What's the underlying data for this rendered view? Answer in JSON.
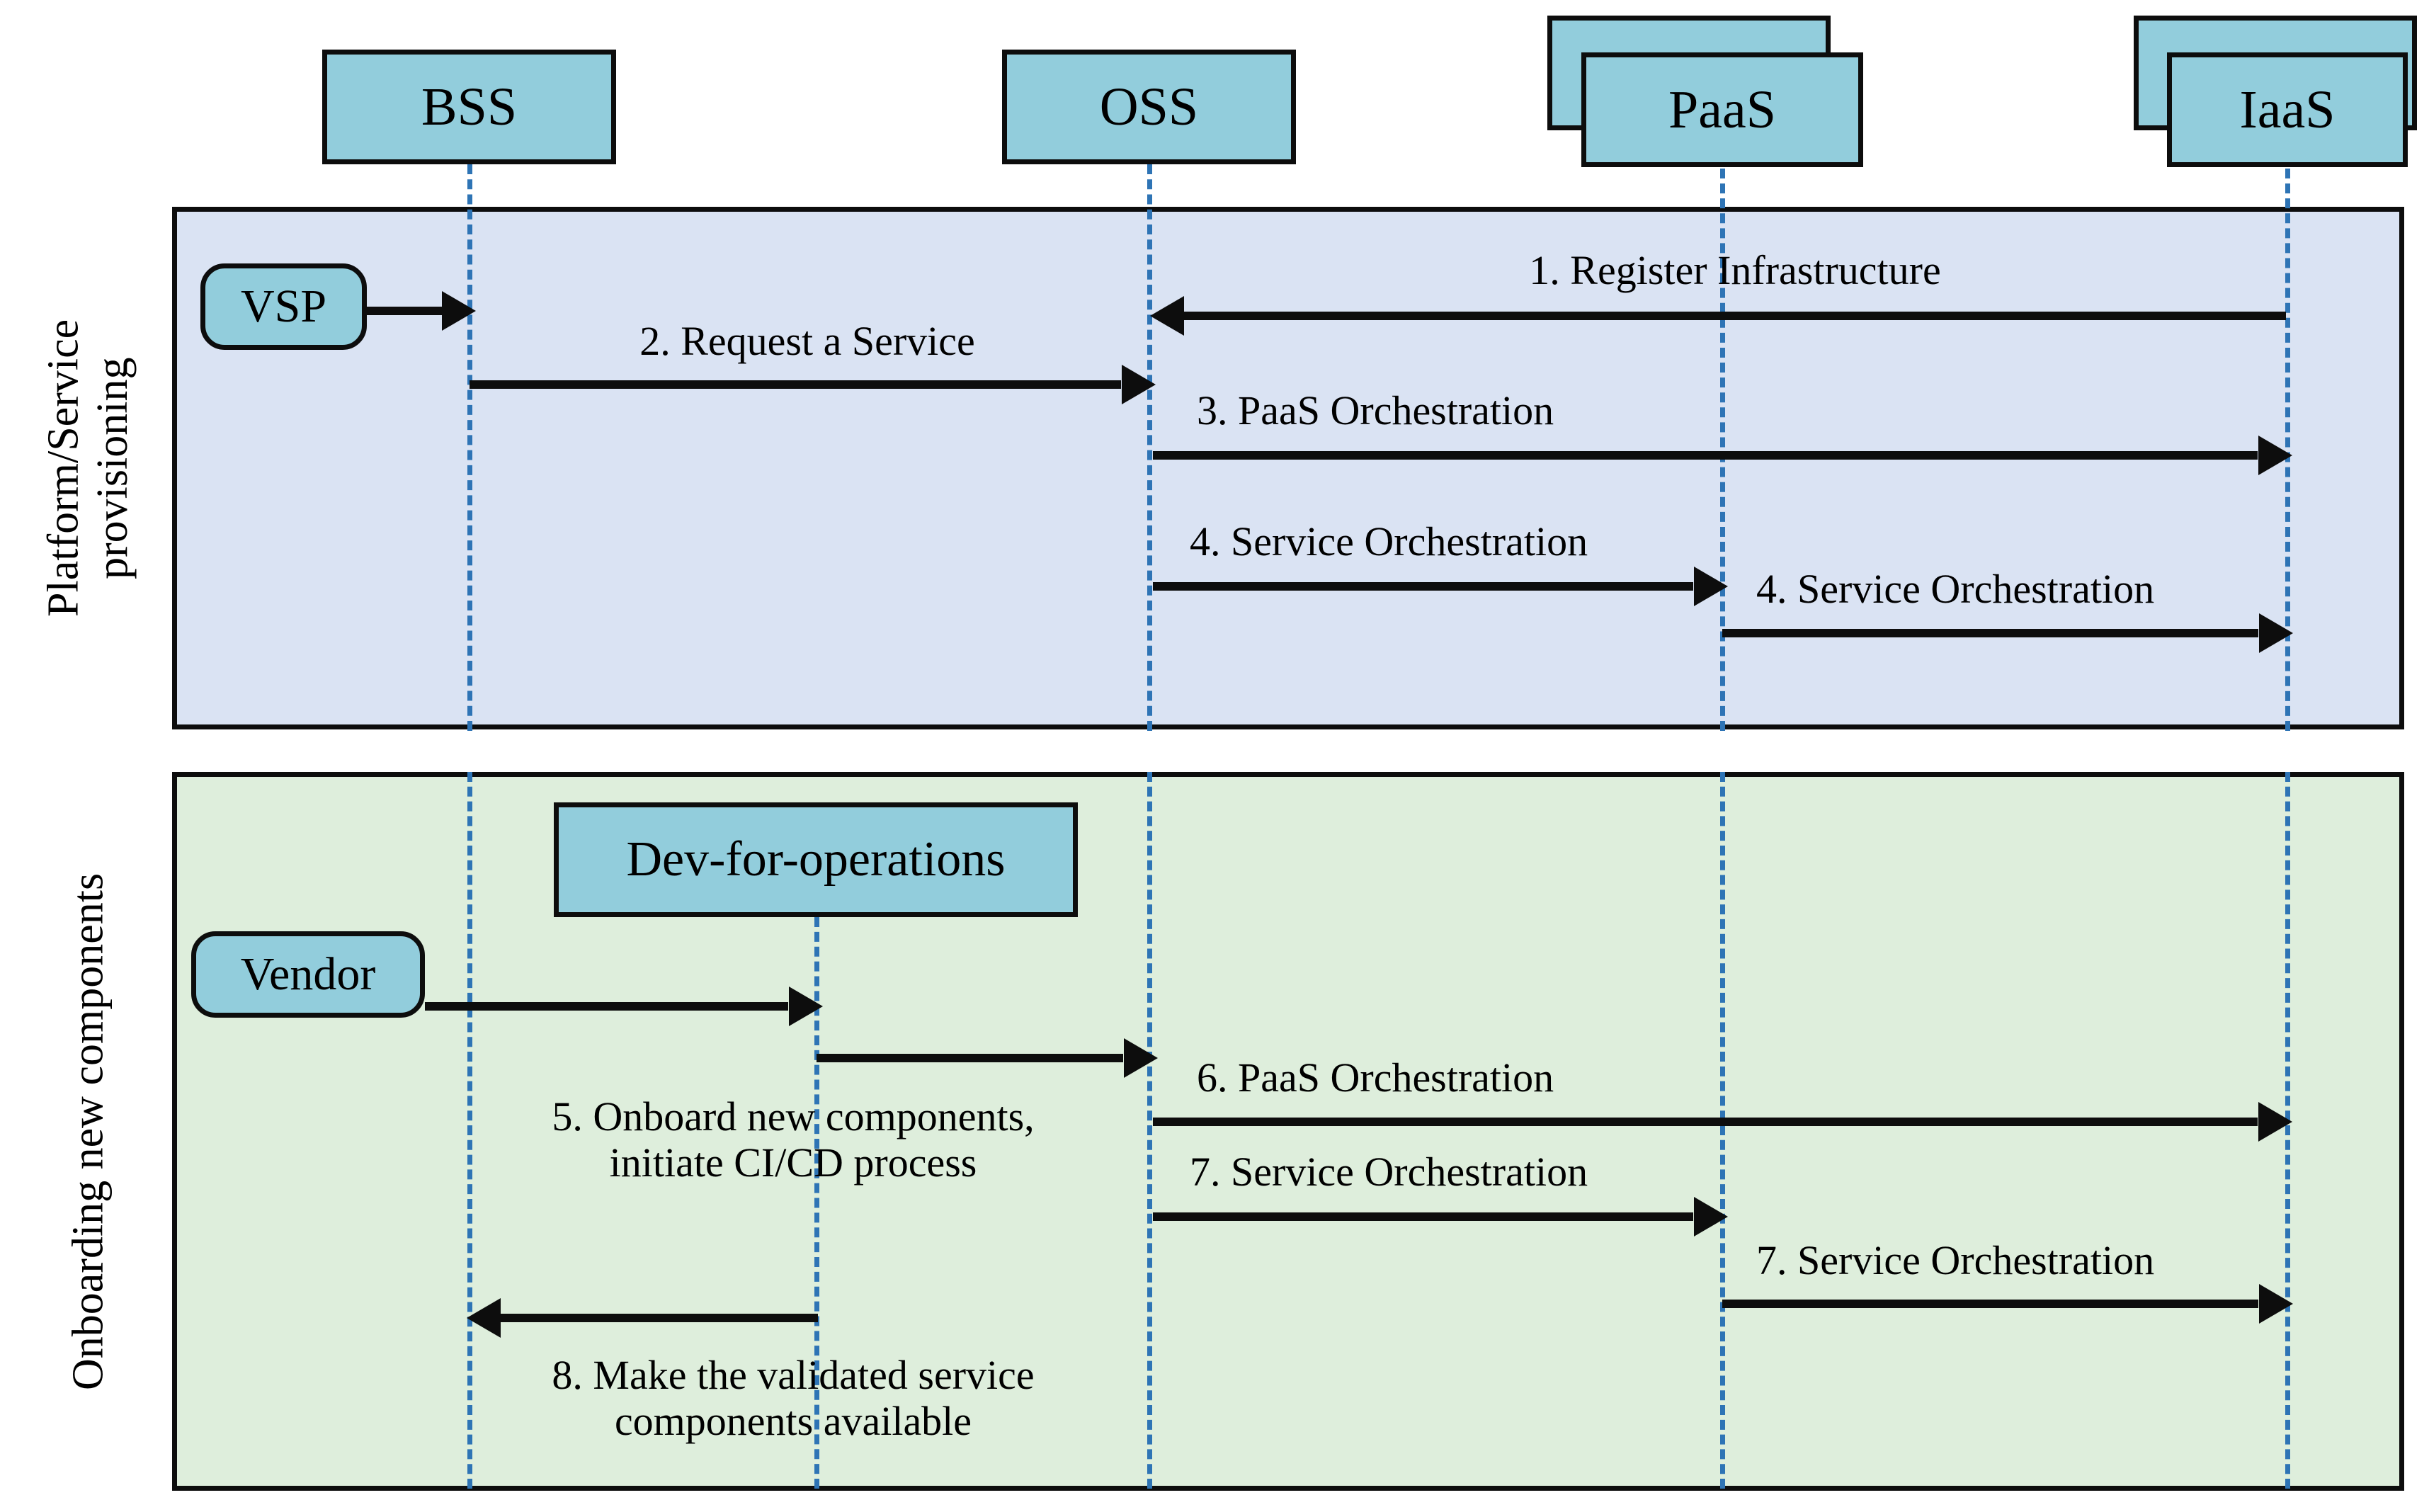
{
  "diagram": {
    "type": "uml-sequence-diagram",
    "title": "Platform/Service provisioning and Onboarding new components sequence"
  },
  "colors": {
    "lifeline_box_fill": "#92cddc",
    "lifeline_dash": "#2e74b5",
    "frame_border": "#0d0d0d",
    "panel_provisioning_fill": "#dae3f3",
    "panel_onboarding_fill": "#deeedc",
    "arrow": "#0d0d0d"
  },
  "lifelines": [
    {
      "id": "bss",
      "label": "BSS",
      "stacked": false
    },
    {
      "id": "oss",
      "label": "OSS",
      "stacked": false
    },
    {
      "id": "paas",
      "label": "PaaS",
      "stacked": true
    },
    {
      "id": "iaas",
      "label": "IaaS",
      "stacked": true
    }
  ],
  "actors": [
    {
      "id": "vsp",
      "label": "VSP",
      "shape": "rounded"
    },
    {
      "id": "vendor",
      "label": "Vendor",
      "shape": "rounded"
    }
  ],
  "inner_lifelines": [
    {
      "id": "devops",
      "label": "Dev-for-operations",
      "shape": "rect"
    }
  ],
  "panels": [
    {
      "id": "provisioning",
      "side_label": "Platform/Service\nprovisioning",
      "fill": "#dae3f3"
    },
    {
      "id": "onboarding",
      "side_label": "Onboarding new\ncomponents",
      "fill": "#deeedc"
    }
  ],
  "messages": [
    {
      "n": "1",
      "label": "1. Register Infrastructure",
      "from": "iaas",
      "to": "oss",
      "direction": "left",
      "panel": "provisioning"
    },
    {
      "n": "",
      "label": "",
      "from": "vsp",
      "to": "bss",
      "direction": "right",
      "panel": "provisioning"
    },
    {
      "n": "2",
      "label": "2. Request a Service",
      "from": "bss",
      "to": "oss",
      "direction": "right",
      "panel": "provisioning"
    },
    {
      "n": "3",
      "label": "3. PaaS Orchestration",
      "from": "oss",
      "to": "iaas",
      "direction": "right",
      "panel": "provisioning"
    },
    {
      "n": "4",
      "label": "4. Service Orchestration",
      "from": "oss",
      "to": "paas",
      "direction": "right",
      "panel": "provisioning"
    },
    {
      "n": "4b",
      "label": "4. Service Orchestration",
      "from": "paas",
      "to": "iaas",
      "direction": "right",
      "panel": "provisioning"
    },
    {
      "n": "",
      "label": "",
      "from": "vendor",
      "to": "devops",
      "direction": "right",
      "panel": "onboarding"
    },
    {
      "n": "5",
      "label": "5. Onboard new components,\ninitiate CI/CD process",
      "from": "devops",
      "to": "oss",
      "direction": "right",
      "panel": "onboarding"
    },
    {
      "n": "6",
      "label": "6. PaaS Orchestration",
      "from": "oss",
      "to": "iaas",
      "direction": "right",
      "panel": "onboarding"
    },
    {
      "n": "7",
      "label": "7. Service Orchestration",
      "from": "oss",
      "to": "paas",
      "direction": "right",
      "panel": "onboarding"
    },
    {
      "n": "7b",
      "label": "7. Service Orchestration",
      "from": "paas",
      "to": "iaas",
      "direction": "right",
      "panel": "onboarding"
    },
    {
      "n": "8",
      "label": "8. Make the validated service\ncomponents available",
      "from": "devops",
      "to": "bss",
      "direction": "left",
      "panel": "onboarding"
    }
  ]
}
